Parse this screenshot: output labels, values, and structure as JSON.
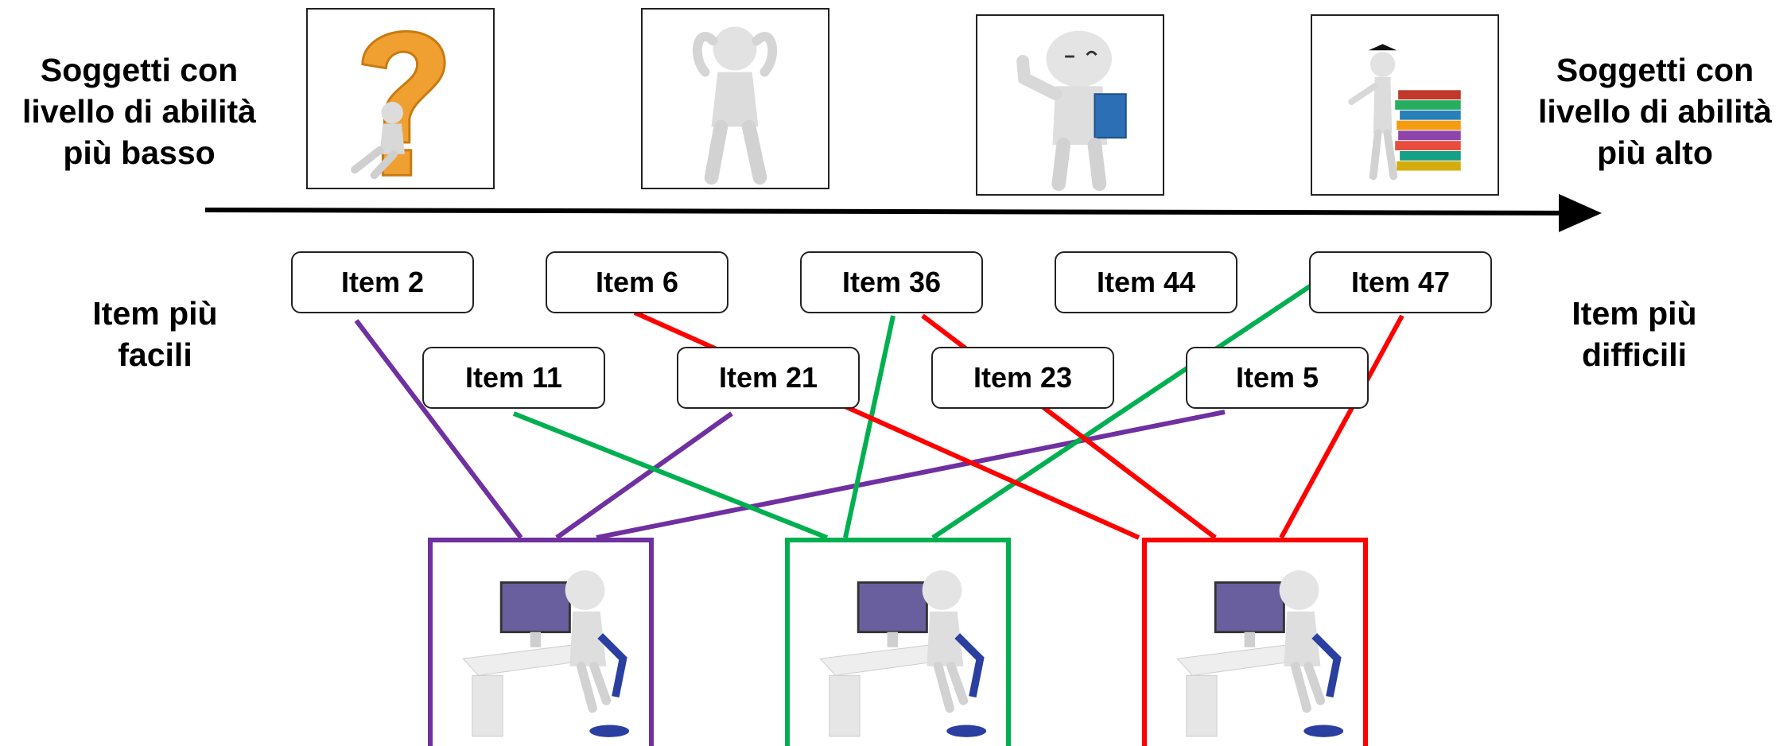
{
  "labels": {
    "low_ability": [
      "Soggetti con",
      "livello di abilità",
      "più basso"
    ],
    "high_ability": [
      "Soggetti con",
      "livello di abilità",
      "più alto"
    ],
    "easy_items": [
      "Item più",
      "facili"
    ],
    "hard_items": [
      "Item più",
      "difficili"
    ]
  },
  "pictures": [
    {
      "icon": "question-mark-figure-icon"
    },
    {
      "icon": "confused-figure-icon"
    },
    {
      "icon": "thumbs-up-figure-icon"
    },
    {
      "icon": "graduate-books-figure-icon"
    }
  ],
  "items_row1": [
    "Item 2",
    "Item 6",
    "Item 36",
    "Item 44",
    "Item 47"
  ],
  "items_row2": [
    "Item 11",
    "Item 21",
    "Item 23",
    "Item 5"
  ],
  "computers": [
    {
      "icon": "person-at-computer-icon",
      "color": "#7030a0"
    },
    {
      "icon": "person-at-computer-icon",
      "color": "#00b050"
    },
    {
      "icon": "person-at-computer-icon",
      "color": "#ff0000"
    }
  ],
  "colors": {
    "purple": "#7030a0",
    "green": "#00b050",
    "red": "#ff0000",
    "arrow": "#000000"
  }
}
